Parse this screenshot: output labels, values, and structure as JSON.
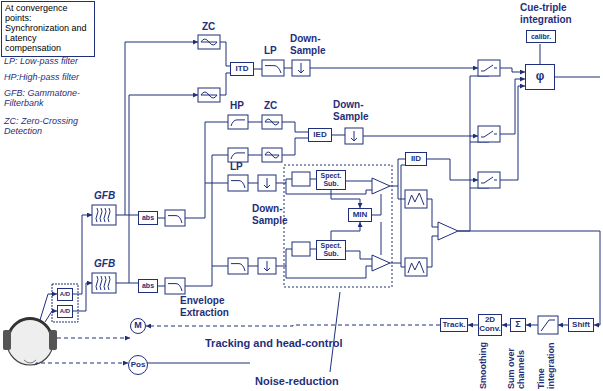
{
  "diagram": {
    "nodes": [
      {
        "text": [
          "At convergence points: Synchronization and Latency compensation"
        ]
      },
      {
        "text": [
          "calibr."
        ]
      },
      {
        "text": [
          "φ"
        ]
      },
      {
        "text": [
          "ITD"
        ]
      },
      {
        "text": [
          "IED"
        ]
      },
      {
        "text": [
          "IID"
        ]
      },
      {
        "text": [
          "Spect. Sub."
        ]
      },
      {
        "text": [
          "MIN"
        ]
      },
      {
        "text": [
          "Spect. Sub."
        ]
      },
      {
        "text": [
          "A/D"
        ]
      },
      {
        "text": [
          "A/D"
        ]
      },
      {
        "text": [
          "abs"
        ]
      },
      {
        "text": [
          "abs"
        ]
      },
      {
        "text": [
          "M"
        ]
      },
      {
        "text": [
          "Track."
        ]
      },
      {
        "text": [
          "2D Conv."
        ]
      },
      {
        "text": [
          "Σ"
        ]
      },
      {
        "text": [
          "Shift"
        ]
      },
      {
        "text": [
          "Pos"
        ]
      }
    ],
    "edges": [
      {
        "from": 16,
        "to": 15,
        "arrow": "to"
      },
      {
        "from": 15,
        "to": 14,
        "arrow": "to"
      },
      {
        "from": 14,
        "to": 13,
        "arrow": "to"
      },
      {
        "from": 6,
        "to": 7,
        "arrow": "to"
      },
      {
        "from": 8,
        "to": 7,
        "arrow": "to"
      }
    ],
    "labels": [
      "LP: Low-pass filter",
      "HP:High-pass filter",
      "GFB: Gammatone-Filterbank",
      "ZC: Zero-Crossing Detection",
      "ZC",
      "ZC",
      "LP",
      "Down-Sample",
      "Down-Sample",
      "HP",
      "GFB",
      "GFB",
      "Envelope Extraction",
      "LP",
      "Down-Sample",
      "Cue-triple integration",
      "Tracking and head-control",
      "Smoothing",
      "Sum over channels",
      "Time integration",
      "Noise-reduction"
    ]
  }
}
